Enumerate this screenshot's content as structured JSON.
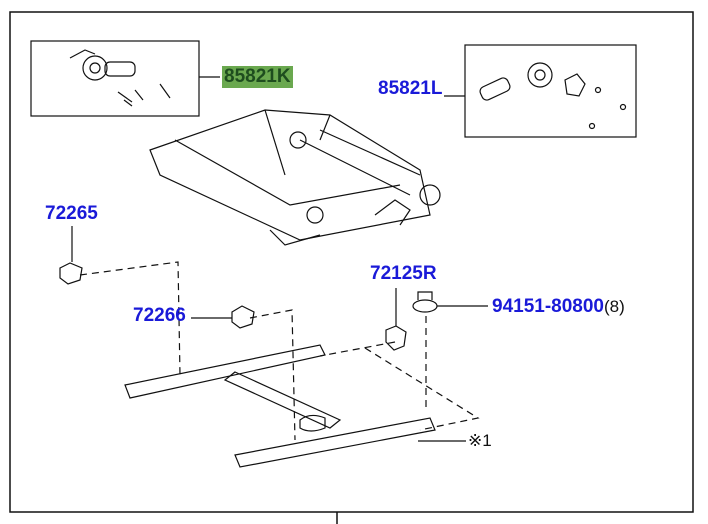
{
  "diagram": {
    "callouts": [
      {
        "part": "85821K",
        "highlighted": true
      },
      {
        "part": "85821L"
      },
      {
        "part": "72265"
      },
      {
        "part": "72266"
      },
      {
        "part": "72125R"
      },
      {
        "part": "94151-80800",
        "qty": "(8)"
      }
    ],
    "note": "※1",
    "colors": {
      "link": "#1a1ad8",
      "highlight": "#6aa84f"
    }
  }
}
